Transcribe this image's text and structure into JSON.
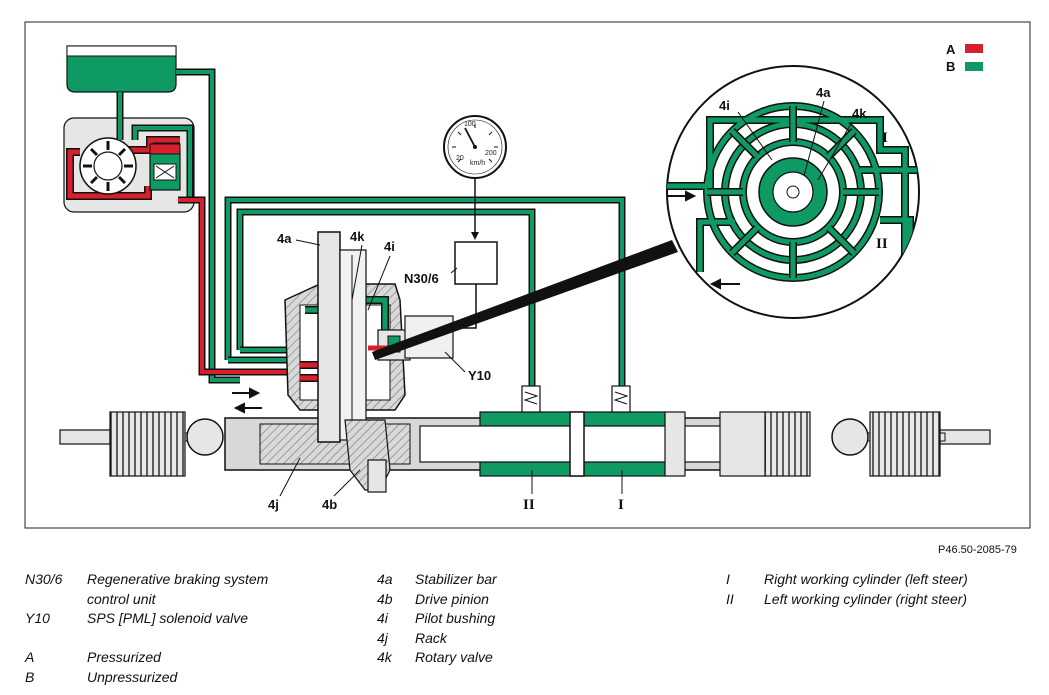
{
  "figure_ref": "P46.50-2085-79",
  "legend_key": [
    {
      "letter": "A",
      "color": "#d6202e"
    },
    {
      "letter": "B",
      "color": "#0f9a63"
    }
  ],
  "diagram_labels": {
    "main_4a": "4a",
    "main_4k": "4k",
    "main_4i": "4i",
    "main_4j": "4j",
    "main_4b": "4b",
    "inset_4i": "4i",
    "inset_4a": "4a",
    "inset_4k": "4k",
    "inset_I": "I",
    "inset_II": "II",
    "rack_II": "II",
    "rack_I": "I",
    "ecu": "N30/6",
    "valve": "Y10",
    "gauge_100": "100",
    "gauge_20": "20",
    "gauge_200": "200",
    "gauge_unit": "km/h"
  },
  "legend": {
    "col1": [
      {
        "code": "N30/6",
        "lines": [
          "Regenerative braking system",
          "control unit"
        ]
      },
      {
        "code": "Y10",
        "lines": [
          "SPS [PML] solenoid valve"
        ]
      },
      {
        "code": "",
        "lines": [
          ""
        ]
      },
      {
        "code": "A",
        "lines": [
          "Pressurized"
        ]
      },
      {
        "code": "B",
        "lines": [
          "Unpressurized"
        ]
      }
    ],
    "col2": [
      {
        "code": "4a",
        "desc": "Stabilizer bar"
      },
      {
        "code": "4b",
        "desc": "Drive pinion"
      },
      {
        "code": "4i",
        "desc": "Pilot bushing"
      },
      {
        "code": "4j",
        "desc": "Rack"
      },
      {
        "code": "4k",
        "desc": "Rotary valve"
      }
    ],
    "col3": [
      {
        "code": "I",
        "desc": "Right working cylinder (left steer)"
      },
      {
        "code": "II",
        "desc": "Left working cylinder (right steer)"
      }
    ]
  },
  "colors": {
    "pressurized": "#d6202e",
    "unpressurized": "#0f9a63",
    "outline": "#111111",
    "housing": "#cfcfcf"
  }
}
